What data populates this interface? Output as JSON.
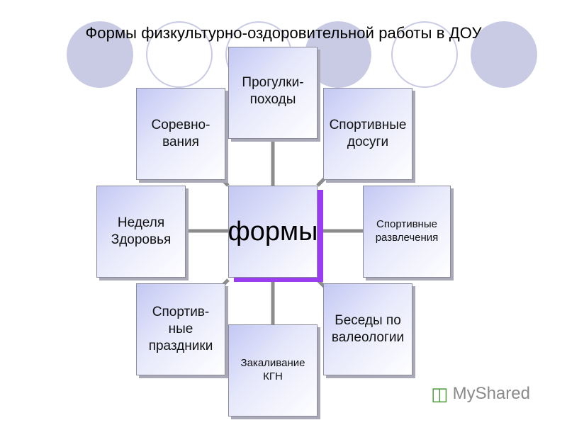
{
  "title": "Формы физкультурно-оздоровительной работы в ДОУ",
  "center": "формы",
  "nodes": {
    "progulki": "Прогулки-\nпоходы",
    "sorevnovaniya": "Соревно-\nвания",
    "sportivnye_dosugi": "Спортивные\nдосуги",
    "nedelya": "Неделя\nЗдоровья",
    "razvlecheniya": "Спортивные\nразвлечения",
    "prazdniki": "Спортив-\nные\nпраздники",
    "besedy": "Беседы по\nвалеологии",
    "zakalivanie": "Закаливание\nКГН"
  },
  "watermark": {
    "brand": "MyShared",
    "icon": "myshared-logo-icon"
  },
  "colors": {
    "circle_fill": "#c9cbe4",
    "accent_shadow": "#9a3df0",
    "logo_green": "#4c9a3a"
  }
}
